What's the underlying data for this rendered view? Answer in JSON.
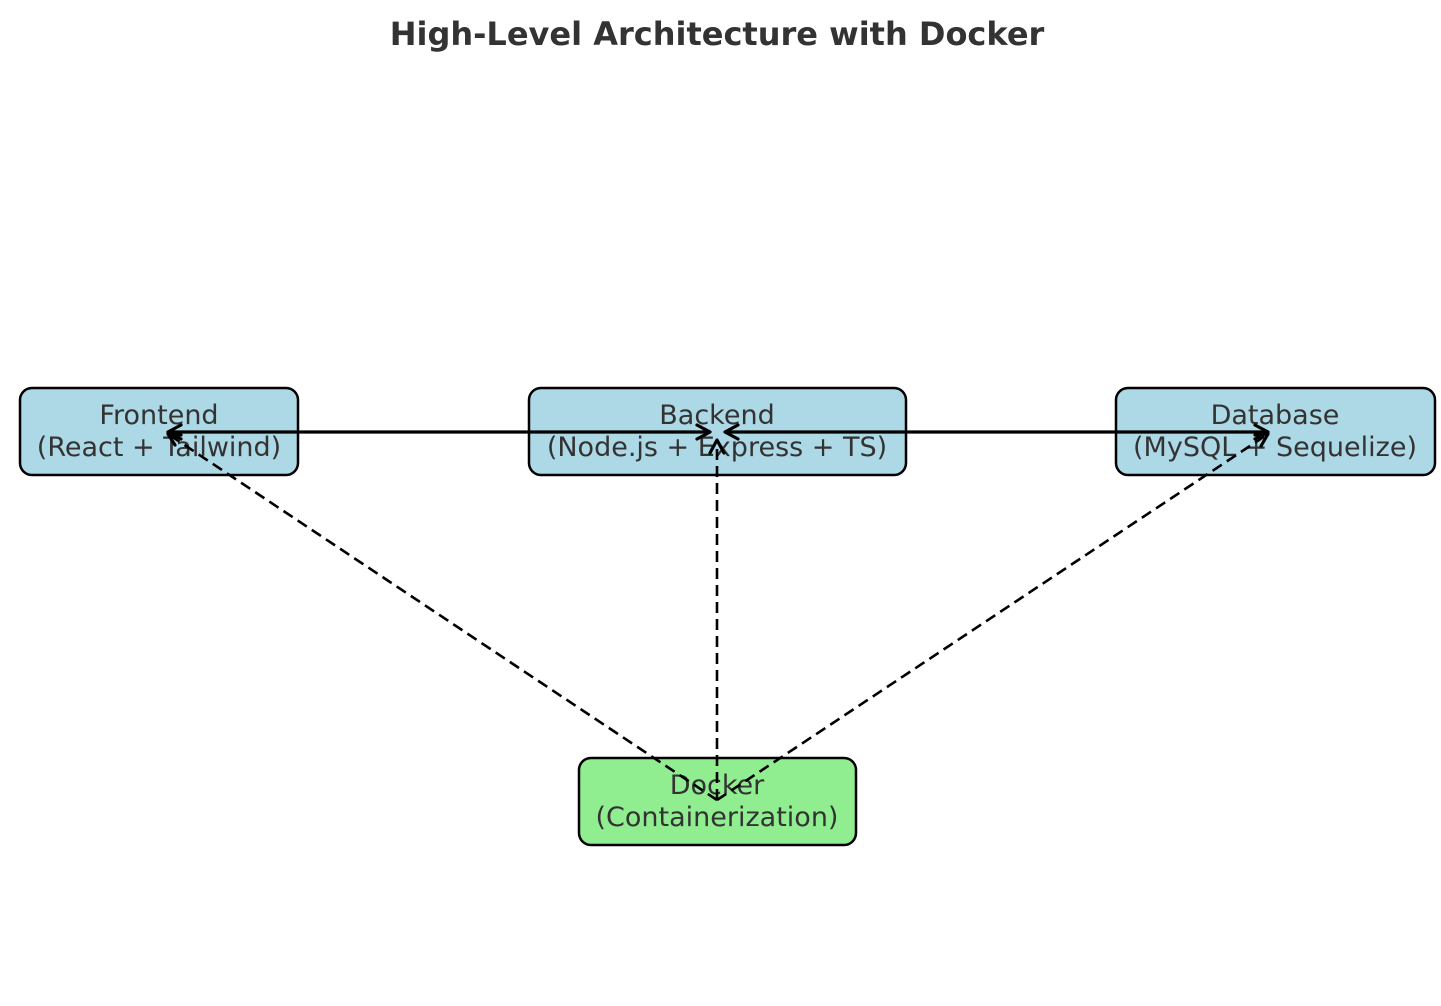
{
  "title": "High-Level Architecture with Docker",
  "colors": {
    "component_fill": "#add8e6",
    "docker_fill": "#90ee90",
    "text": "#333333",
    "edge": "#000000"
  },
  "nodes": {
    "frontend": {
      "name": "Frontend",
      "detail": "(React + Tailwind)"
    },
    "backend": {
      "name": "Backend",
      "detail": "(Node.js + Express + TS)"
    },
    "database": {
      "name": "Database",
      "detail": "(MySQL + Sequelize)"
    },
    "docker": {
      "name": "Docker",
      "detail": "(Containerization)"
    }
  },
  "edges": [
    {
      "from": "frontend",
      "to": "backend",
      "style": "solid",
      "direction": "both"
    },
    {
      "from": "backend",
      "to": "database",
      "style": "solid",
      "direction": "both"
    },
    {
      "from": "docker",
      "to": "frontend",
      "style": "dashed",
      "direction": "forward"
    },
    {
      "from": "docker",
      "to": "backend",
      "style": "dashed",
      "direction": "forward"
    },
    {
      "from": "docker",
      "to": "database",
      "style": "dashed",
      "direction": "forward"
    }
  ]
}
